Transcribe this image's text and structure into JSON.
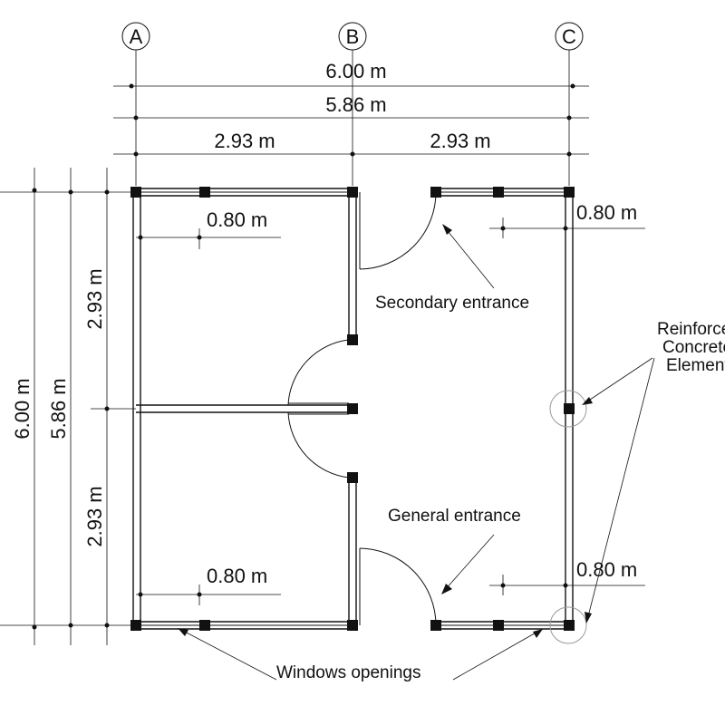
{
  "grid_labels": [
    "A",
    "B",
    "C"
  ],
  "dimensions": {
    "overall_width": "6.00 m",
    "inner_width": "5.86 m",
    "half_left": "2.93 m",
    "half_right": "2.93 m",
    "overall_height": "6.00 m",
    "inner_height": "5.86 m",
    "half_top": "2.93 m",
    "half_bottom": "2.93 m",
    "window_top_left": "0.80 m",
    "window_top_right": "0.80 m",
    "window_bottom_left": "0.80 m",
    "window_bottom_right": "0.80 m"
  },
  "labels": {
    "secondary_entrance": "Secondary entrance",
    "general_entrance": "General entrance",
    "reinforced_line1": "Reinforced",
    "reinforced_line2": "Concrete",
    "reinforced_line3": "Elements",
    "windows_openings": "Windows openings"
  }
}
